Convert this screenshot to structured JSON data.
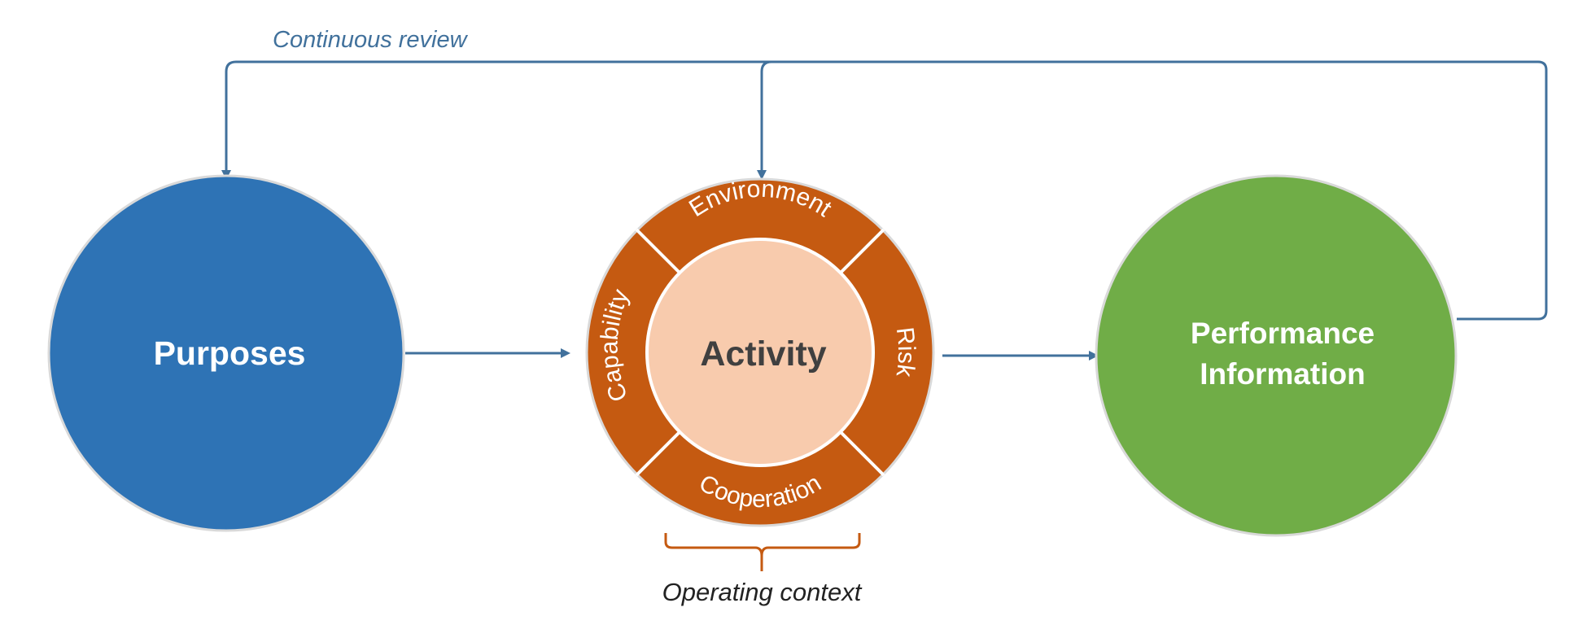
{
  "feedback": {
    "label": "Continuous review"
  },
  "nodes": {
    "purposes": {
      "label": "Purposes"
    },
    "activity": {
      "label": "Activity",
      "segments": {
        "top": "Environment",
        "left": "Capability",
        "right": "Risk",
        "bottom": "Cooperation"
      }
    },
    "performance": {
      "line1": "Performance",
      "line2": "Information"
    }
  },
  "bracket": {
    "label": "Operating context"
  },
  "colors": {
    "purposes": "#2e73b5",
    "activity_ring": "#c55a11",
    "activity_core": "#f8cbad",
    "performance": "#70ad47",
    "connector": "#41719c",
    "feedback_text": "#41719c",
    "bracket": "#c55a11",
    "dark_text": "#404040",
    "outline": "#d9d9d9"
  }
}
